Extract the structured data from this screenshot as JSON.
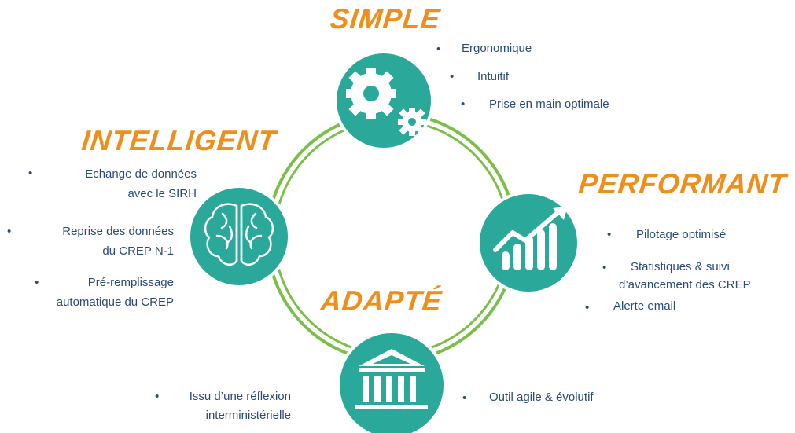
{
  "colors": {
    "accent": "#ee8f1b",
    "teal": "#2aa89a",
    "ring": "#7bbf4a",
    "text": "#2c4a78"
  },
  "sections": {
    "simple": {
      "title": "SIMPLE",
      "icon": "gears-icon",
      "items": [
        "Ergonomique",
        "Intuitif",
        "Prise en main optimale"
      ]
    },
    "intelligent": {
      "title": "INTELLIGENT",
      "icon": "brain-icon",
      "items": [
        {
          "l1": "Echange de données",
          "l2": "avec le SIRH"
        },
        {
          "l1": "Reprise des données",
          "l2": "du CREP N-1"
        },
        {
          "l1": "Pré-remplissage",
          "l2": "automatique du CREP"
        }
      ]
    },
    "performant": {
      "title": "PERFORMANT",
      "icon": "growth-chart-icon",
      "items": [
        {
          "l1": "Pilotage optimisé"
        },
        {
          "l1": "Statistiques & suivi",
          "l2": "d’avancement des CREP"
        },
        {
          "l1": "Alerte email"
        }
      ]
    },
    "adapte": {
      "title": "ADAPTÉ",
      "icon": "institution-icon",
      "items": [
        {
          "l1": "Issu d’une réflexion",
          "l2": "interministérielle"
        },
        {
          "l1": "Outil agile & évolutif"
        }
      ]
    }
  }
}
